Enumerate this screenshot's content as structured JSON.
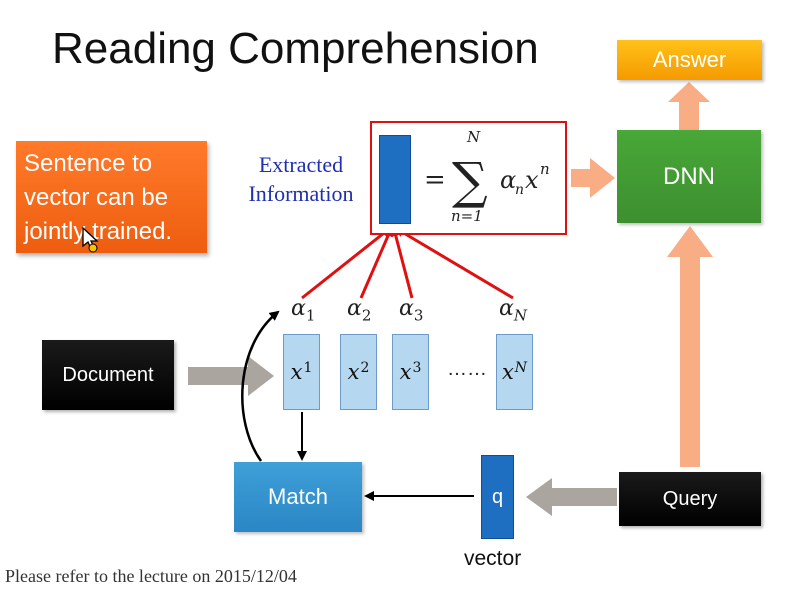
{
  "slide": {
    "title": "Reading Comprehension",
    "answer_label": "Answer",
    "dnn_label": "DNN",
    "callout_text": "Sentence to vector can be jointly trained.",
    "extracted_label": "Extracted Information",
    "formula": {
      "equals": "=",
      "sigma": "∑",
      "upper_limit": "N",
      "lower_limit": "n=1",
      "term_alpha": "α",
      "term_alpha_sub": "n",
      "term_x": "x",
      "term_x_sup": "n"
    },
    "alphas": [
      {
        "symbol": "α",
        "sub": "1"
      },
      {
        "symbol": "α",
        "sub": "2"
      },
      {
        "symbol": "α",
        "sub": "3"
      },
      {
        "symbol": "α",
        "sub": "N"
      }
    ],
    "xs": [
      {
        "symbol": "x",
        "sup": "1"
      },
      {
        "symbol": "x",
        "sup": "2"
      },
      {
        "symbol": "x",
        "sup": "3"
      },
      {
        "symbol": "x",
        "sup": "N"
      }
    ],
    "dots": "……",
    "document_label": "Document",
    "match_label": "Match",
    "q_label": "q",
    "vector_label": "vector",
    "query_label": "Query",
    "footnote": "Please refer to the lecture on 2015/12/04"
  },
  "colors": {
    "answer": "#f5a300",
    "dnn": "#43a033",
    "callout": "#f26a1b",
    "frame_red": "#e01010",
    "vector_blue": "#1e6fc2",
    "x_box": "#b5d7ef",
    "match": "#3498d4",
    "salmon_arrow": "#f9ad84",
    "gray_arrow": "#aaa59f",
    "extracted_text": "#1f2fb0"
  }
}
